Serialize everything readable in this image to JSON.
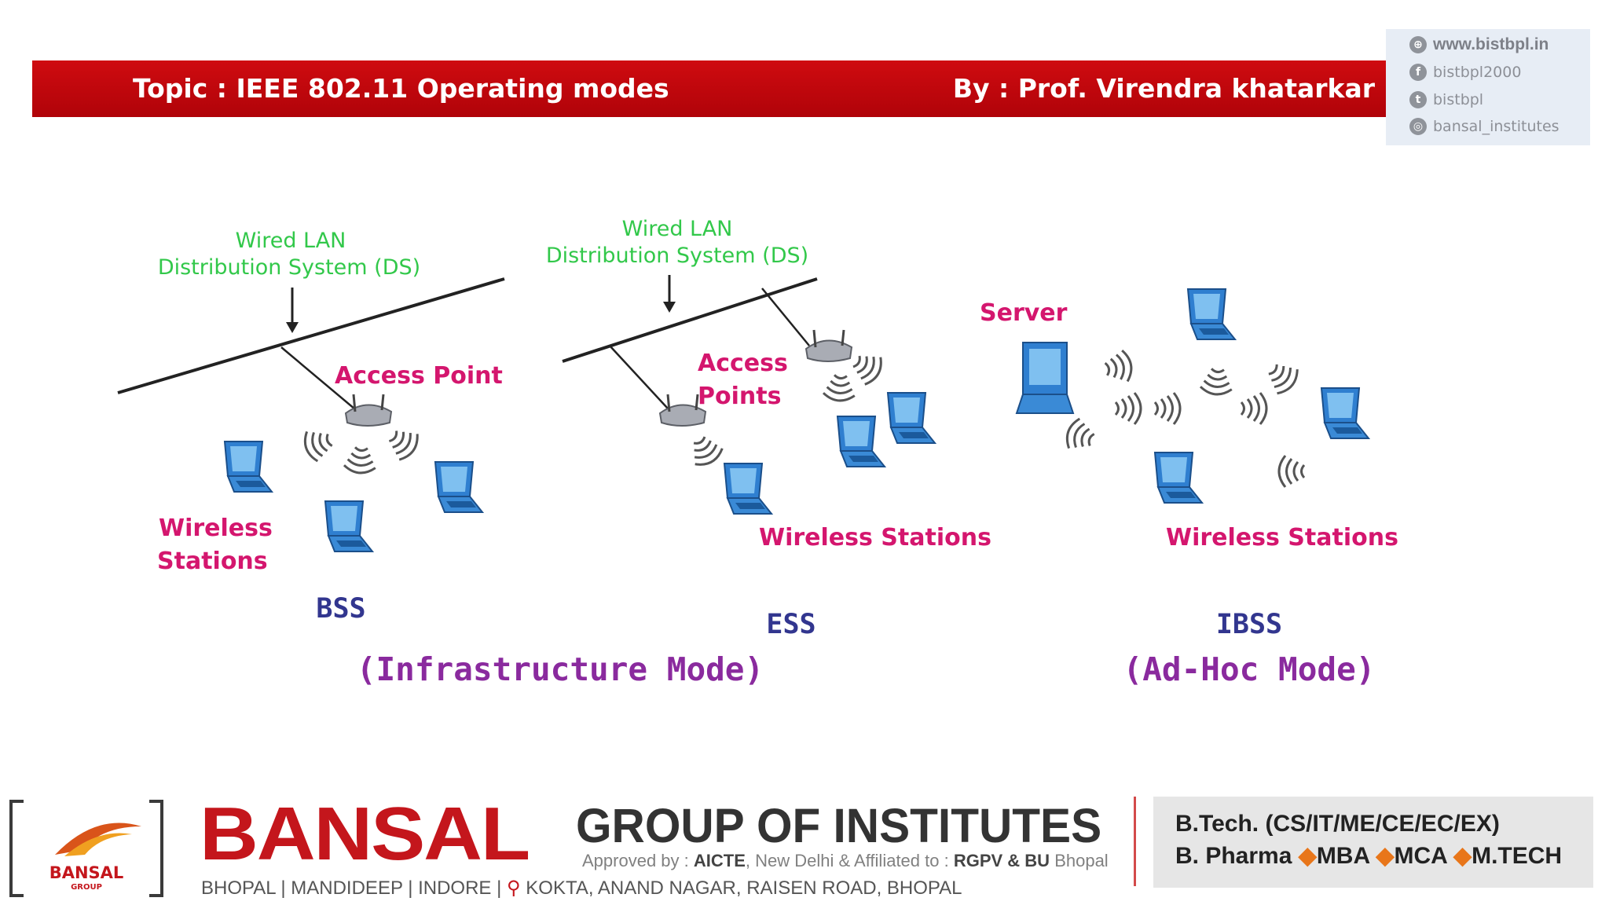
{
  "header": {
    "topic": "Topic : IEEE 802.11 Operating modes",
    "author": "By : Prof. Virendra khatarkar"
  },
  "social": {
    "website": "www.bistbpl.in",
    "facebook": "bistbpl2000",
    "twitter": "bistbpl",
    "instagram": "bansal_institutes"
  },
  "diagram": {
    "bss": {
      "wired_lan_line1": "Wired LAN",
      "wired_lan_line2": "Distribution System (DS)",
      "access_point": "Access Point",
      "wireless_line1": "Wireless",
      "wireless_line2": "Stations",
      "label": "BSS"
    },
    "ess": {
      "wired_lan_line1": "Wired LAN",
      "wired_lan_line2": "Distribution System (DS)",
      "access_line1": "Access",
      "access_line2": "Points",
      "wireless": "Wireless Stations",
      "label": "ESS"
    },
    "ibss": {
      "server": "Server",
      "wireless": "Wireless Stations",
      "label": "IBSS"
    },
    "infrastructure_mode": "(Infrastructure Mode)",
    "adhoc_mode": "(Ad-Hoc Mode)"
  },
  "footer": {
    "logo_text": "BANSAL",
    "logo_sub": "GROUP",
    "brand": "BANSAL",
    "group": "GROUP OF INSTITUTES",
    "approved_prefix": "Approved by : ",
    "approved_aicte": "AICTE",
    "approved_mid": ", New Delhi & Affiliated to : ",
    "approved_rgpv": "RGPV & BU",
    "approved_suffix": " Bhopal",
    "locations": "BHOPAL | MANDIDEEP | INDORE |",
    "address": "KOKTA, ANAND NAGAR, RAISEN ROAD, BHOPAL",
    "courses_line1": "B.Tech. (CS/IT/ME/CE/EC/EX)",
    "courses_b_pharma": "B. Pharma",
    "courses_mba": "MBA",
    "courses_mca": "MCA",
    "courses_mtech": "M.TECH"
  },
  "colors": {
    "banner_red": "#c00a10",
    "label_green": "#32c84a",
    "label_red": "#d4166e",
    "label_blue": "#32368f",
    "label_purple": "#8a2a9e",
    "device_blue": "#2f7fd0"
  },
  "icons": {
    "website": "globe-icon",
    "facebook": "facebook-icon",
    "twitter": "twitter-icon",
    "instagram": "instagram-icon",
    "laptop": "laptop-icon",
    "access_point": "access-point-icon",
    "server": "server-icon",
    "location": "location-pin-icon"
  }
}
